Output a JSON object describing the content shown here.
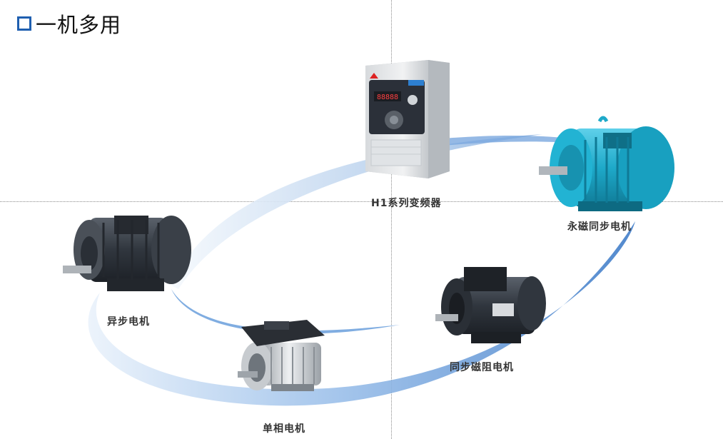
{
  "title": "一机多用",
  "labels": {
    "inverter": "H1系列变频器",
    "pm_sync_motor": "永磁同步电机",
    "async_motor": "异步电机",
    "single_phase_motor": "单相电机",
    "sync_reluctance_motor": "同步磁阻电机"
  },
  "inverter_display": "88888",
  "colors": {
    "accent": "#1f5fb0",
    "ring": "#5b93d6",
    "teal_motor": "#1ea9c9",
    "dark_motor": "#3a4048",
    "inverter_body": "#e4e6e8",
    "inverter_panel": "#2b3039"
  }
}
